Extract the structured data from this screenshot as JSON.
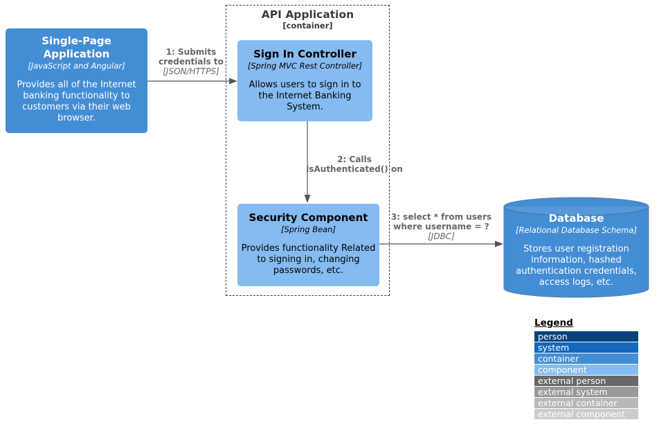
{
  "colors": {
    "container": "#438DD5",
    "component": "#85BBF0",
    "relationship_line": "#555555",
    "label_text": "#666666",
    "boundary_border": "#3b3b3b"
  },
  "elements": {
    "spa": {
      "title": "Single-Page Application",
      "subtitle": "[JavaScript and Angular]",
      "description": "Provides all of the Internet banking functionality to customers via their web browser."
    },
    "signin": {
      "title": "Sign In Controller",
      "subtitle": "[Spring MVC Rest Controller]",
      "description": "Allows users to sign in to the Internet Banking System."
    },
    "security": {
      "title": "Security Component",
      "subtitle": "[Spring Bean]",
      "description": "Provides functionality Related to signing in, changing passwords, etc."
    },
    "database": {
      "title": "Database",
      "subtitle": "[Relational Database Schema]",
      "description": "Stores user registration information, hashed authentication credentials, access logs, etc."
    }
  },
  "boundary": {
    "title": "API Application",
    "subtitle": "[container]"
  },
  "relationships": [
    {
      "label": "1: Submits credentials to",
      "tech": "[JSON/HTTPS]"
    },
    {
      "label": "2: Calls isAuthenticated() on",
      "tech": ""
    },
    {
      "label": "3: select * from users where username = ?",
      "tech": "[JDBC]"
    }
  ],
  "legend": {
    "title": "Legend",
    "items": [
      {
        "label": "person",
        "color": "#08427B"
      },
      {
        "label": "system",
        "color": "#1168BD"
      },
      {
        "label": "container",
        "color": "#438DD5"
      },
      {
        "label": "component",
        "color": "#85BBF0"
      },
      {
        "label": "external person",
        "color": "#686868"
      },
      {
        "label": "external system",
        "color": "#999999"
      },
      {
        "label": "external container",
        "color": "#B8B8B8"
      },
      {
        "label": "external component",
        "color": "#CCCCCC"
      }
    ]
  }
}
